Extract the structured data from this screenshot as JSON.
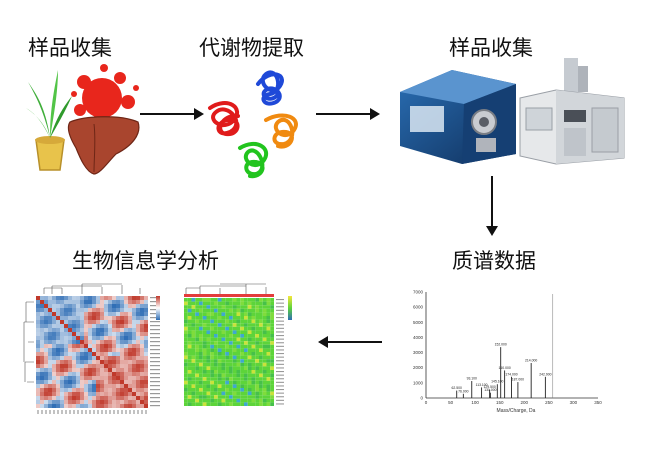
{
  "labels": {
    "sample_collection": "样品收集",
    "metabolite_extraction": "代谢物提取",
    "instrument_stage": "样品收集",
    "ms_data": "质谱数据",
    "bioinformatics": "生物信息学分析"
  },
  "spectrum": {
    "xlabel": "Mass/Charge, Da",
    "yticks": [
      "7000",
      "6000",
      "5000",
      "4000",
      "3000",
      "2000",
      "1000",
      "0"
    ],
    "xticks": [
      "0",
      "50",
      "100",
      "150",
      "200",
      "250",
      "300",
      "350"
    ],
    "peaks": [
      {
        "mz": 62.5,
        "label": "62.500"
      },
      {
        "mz": 76.0,
        "label": "76.000"
      },
      {
        "mz": 93.1,
        "label": "93.100"
      },
      {
        "mz": 113.1,
        "label": "113.100"
      },
      {
        "mz": 129.5,
        "label": "129.500"
      },
      {
        "mz": 131.0,
        "label": "131.000"
      },
      {
        "mz": 145.1,
        "label": "145.100"
      },
      {
        "mz": 152.0,
        "label": "152.000"
      },
      {
        "mz": 160.0,
        "label": "160.000"
      },
      {
        "mz": 174.0,
        "label": "174.000"
      },
      {
        "mz": 187.0,
        "label": "187.000"
      },
      {
        "mz": 214.0,
        "label": "214.000"
      },
      {
        "mz": 242.9,
        "label": "242.900"
      }
    ]
  },
  "colors": {
    "arrow": "#111111",
    "heatmap_hot": "#c0392b",
    "heatmap_cold": "#2e6db5",
    "heatmap_green": "#5dd43a"
  }
}
